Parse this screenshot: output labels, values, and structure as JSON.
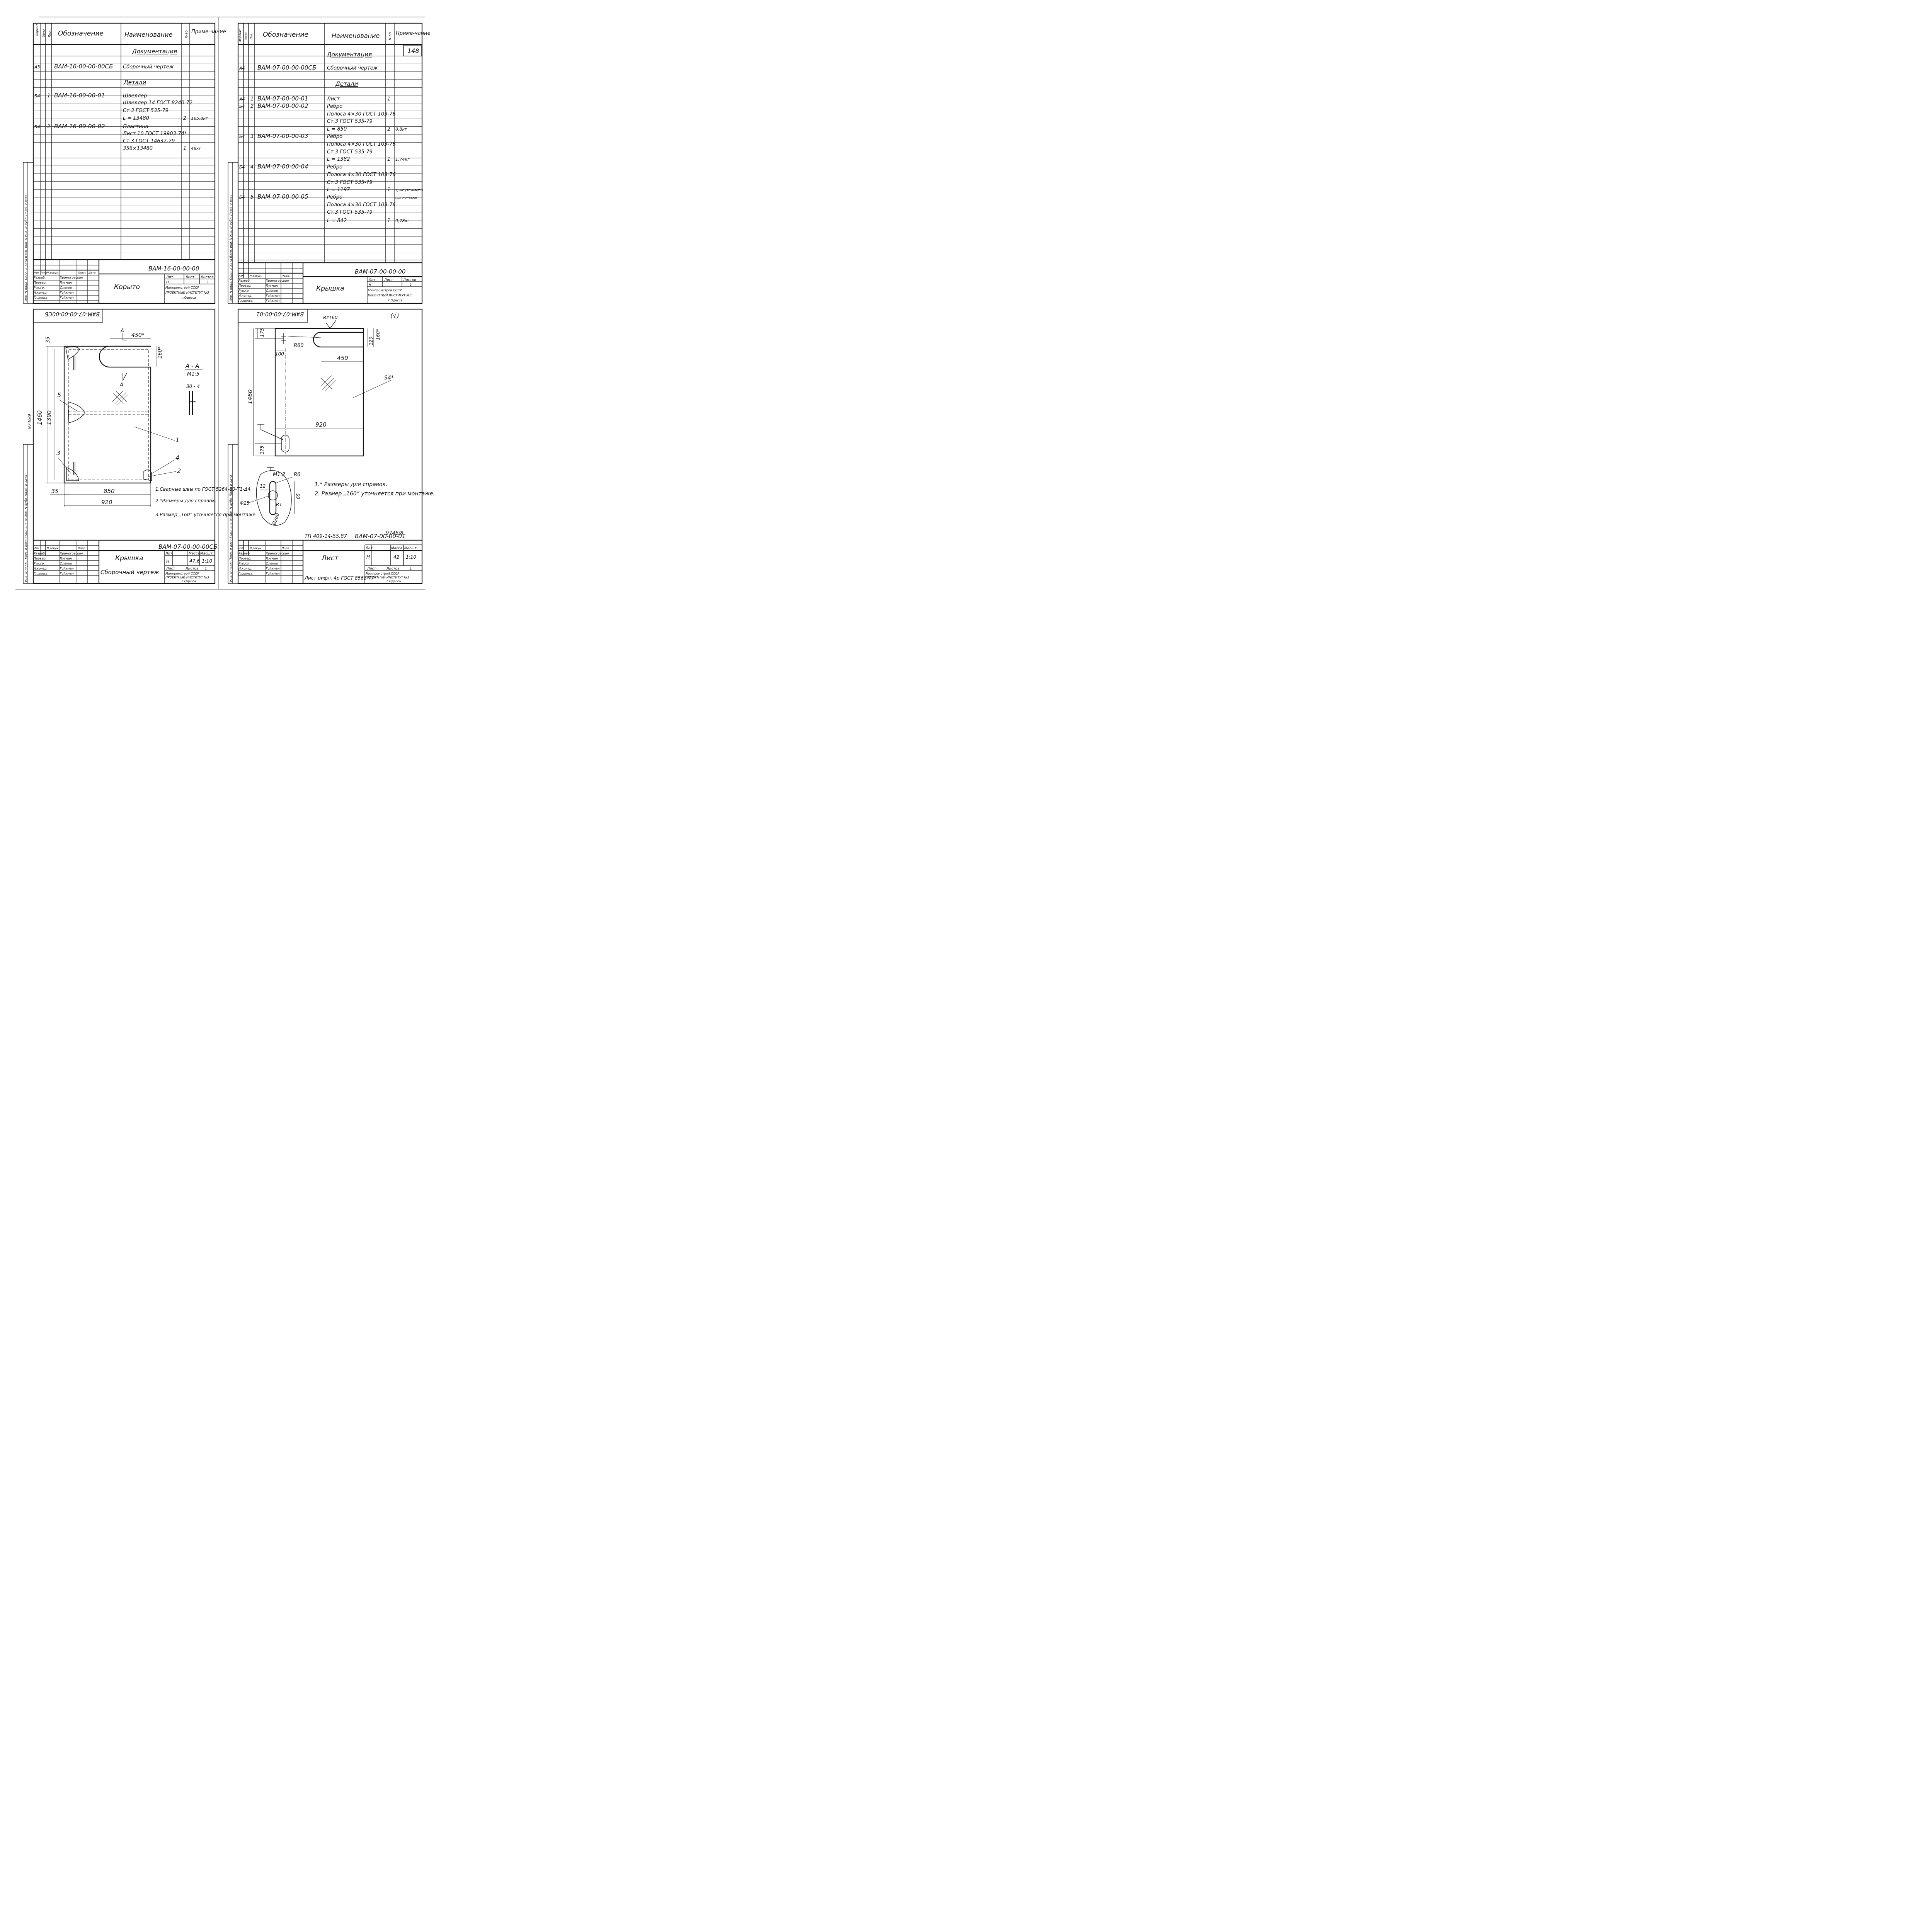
{
  "sheet_tl": {
    "col_headers": {
      "format": "Формат",
      "zone": "Зона",
      "pos": "Поз.",
      "designation": "Обозначение",
      "name": "Наименование",
      "qty": "К-во",
      "note": "Приме-чание"
    },
    "sections": {
      "docs": "Документация",
      "parts": "Детали"
    },
    "rows": [
      {
        "fmt": "А3",
        "pos": "",
        "des": "ВАМ-16-00-00-00СБ",
        "name": "Сборочный чертеж",
        "qty": "",
        "note": ""
      },
      {
        "fmt": "Б4",
        "pos": "1",
        "des": "ВАМ-16-00-00-01",
        "name": "Швеллер",
        "qty": "",
        "note": ""
      },
      {
        "fmt": "",
        "pos": "",
        "des": "",
        "name": "Швеллер 14 ГОСТ 8240-72",
        "qty": "",
        "note": ""
      },
      {
        "fmt": "",
        "pos": "",
        "des": "",
        "name": "Ст.3 ГОСТ 535-79",
        "qty": "",
        "note": ""
      },
      {
        "fmt": "",
        "pos": "",
        "des": "",
        "name": "L = 13480",
        "qty": "2",
        "note": "165,8кг"
      },
      {
        "fmt": "Б4",
        "pos": "2",
        "des": "ВАМ-16-00-00-02",
        "name": "Пластина",
        "qty": "",
        "note": ""
      },
      {
        "fmt": "",
        "pos": "",
        "des": "",
        "name": "Лист 10 ГОСТ 19903-74*",
        "qty": "",
        "note": ""
      },
      {
        "fmt": "",
        "pos": "",
        "des": "",
        "name": "Ст.3 ГОСТ 14637-79",
        "qty": "",
        "note": ""
      },
      {
        "fmt": "",
        "pos": "",
        "des": "",
        "name": "356×13480",
        "qty": "1",
        "note": "48кг"
      }
    ],
    "title_block": {
      "doc_number": "ВАМ-16-00-00-00",
      "title": "Корыто",
      "roles": [
        "Разраб.",
        "Провер.",
        "Рук.гр.",
        "Н.контр.",
        "Гл.конст."
      ],
      "people": [
        "Храмоговская",
        "Пугман",
        "Оленко",
        "Гойхман",
        "Гойхман"
      ],
      "col_heads": [
        "Изм",
        "Лист",
        "N докум.",
        "Подп.",
        "Дата"
      ],
      "lit_label": "Лит.",
      "sheet_label": "Лист",
      "sheets_label": "Листов",
      "lit": "Н",
      "sheets": "1",
      "org1": "Минпромстрой СССР",
      "org2": "ПРОЕКТНЫЙ ИНСТИТУТ №3",
      "org3": "г.Одесса"
    }
  },
  "sheet_tr": {
    "page_number": "148",
    "rows": [
      {
        "fmt": "А4",
        "pos": "",
        "des": "ВАМ-07-00-00-00СБ",
        "name": "Сборочный чертеж",
        "qty": "",
        "note": ""
      },
      {
        "fmt": "А4",
        "pos": "1",
        "des": "ВАМ-07-00-00-01",
        "name": "Лист",
        "qty": "1",
        "note": ""
      },
      {
        "fmt": "Б4",
        "pos": "2",
        "des": "ВАМ-07-00-00-02",
        "name": "Ребро",
        "qty": "",
        "note": ""
      },
      {
        "fmt": "",
        "pos": "",
        "des": "",
        "name": "Полоса 4×30 ГОСТ 103-76",
        "qty": "",
        "note": ""
      },
      {
        "fmt": "",
        "pos": "",
        "des": "",
        "name": "Ст.3 ГОСТ 535-79",
        "qty": "",
        "note": ""
      },
      {
        "fmt": "",
        "pos": "",
        "des": "",
        "name": "L = 850",
        "qty": "2",
        "note": "0,8кг"
      },
      {
        "fmt": "Б4",
        "pos": "3",
        "des": "ВАМ-07-00-00-03",
        "name": "Ребро",
        "qty": "",
        "note": ""
      },
      {
        "fmt": "",
        "pos": "",
        "des": "",
        "name": "Полоса 4×30 ГОСТ 103-76",
        "qty": "",
        "note": ""
      },
      {
        "fmt": "",
        "pos": "",
        "des": "",
        "name": "Ст.3 ГОСТ 535-79",
        "qty": "",
        "note": ""
      },
      {
        "fmt": "",
        "pos": "",
        "des": "",
        "name": "L = 1382",
        "qty": "1",
        "note": "1,74кг"
      },
      {
        "fmt": "Б4",
        "pos": "4",
        "des": "ВАМ-07-00-00-04",
        "name": "Ребро",
        "qty": "",
        "note": ""
      },
      {
        "fmt": "",
        "pos": "",
        "des": "",
        "name": "Полоса 4×30 ГОСТ 103-76",
        "qty": "",
        "note": ""
      },
      {
        "fmt": "",
        "pos": "",
        "des": "",
        "name": "Ст.3 ГОСТ 535-79",
        "qty": "",
        "note": ""
      },
      {
        "fmt": "",
        "pos": "",
        "des": "",
        "name": "L = 1197",
        "qty": "1",
        "note": "1,5кг уточняется"
      },
      {
        "fmt": "Б4",
        "pos": "5",
        "des": "ВАМ-07-00-00-05",
        "name": "Ребро",
        "qty": "",
        "note": "при монтаже"
      },
      {
        "fmt": "",
        "pos": "",
        "des": "",
        "name": "Полоса 4×30 ГОСТ 103-76",
        "qty": "",
        "note": ""
      },
      {
        "fmt": "",
        "pos": "",
        "des": "",
        "name": "Ст.3 ГОСТ 535-79",
        "qty": "",
        "note": ""
      },
      {
        "fmt": "",
        "pos": "",
        "des": "",
        "name": "L = 842",
        "qty": "1",
        "note": "0,78кг"
      }
    ],
    "title_block": {
      "doc_number": "ВАМ-07-00-00-00",
      "title": "Крышка",
      "lit": "Н",
      "sheets": "1"
    }
  },
  "sheet_bl": {
    "mirror_code": "ВАМ-07-00-00-00СБ",
    "dims": {
      "d35_top": "35",
      "d450": "450*",
      "d160": "160*",
      "d1460": "1460",
      "d1390": "1390",
      "d35_bot": "35",
      "d850": "850",
      "d920": "920"
    },
    "section_label": "А - А",
    "section_scale": "М1:5",
    "section_dim": "30 - 4",
    "cut_letter": "А",
    "callouts": [
      "1",
      "2",
      "3",
      "4",
      "5"
    ],
    "notes": [
      "1.Сварные швы по ГОСТ 5264-80-Т1-Δ4.",
      "2.*Размеры для справок.",
      "3.Размер „160“ уточняется при монтаже"
    ],
    "side_number": "9746/9",
    "title_block": {
      "doc_number": "ВАМ-07-00-00-00СБ",
      "title": "Крышка",
      "subtitle": "Сборочный чертеж",
      "mass_label": "Масса",
      "scale_label": "Масшт.",
      "lit": "Н",
      "mass": "47,6",
      "scale": "1:10",
      "sheet_label": "Лист",
      "sheets_label": "Листов",
      "sheets": "1"
    }
  },
  "sheet_br": {
    "mirror_code": "ВАМ-07-00-00-01",
    "roughness": "Rz160",
    "roughness_rest": "(√)",
    "dims": {
      "d175_top": "175",
      "r60": "R60",
      "d100": "100",
      "d120": "120",
      "d160": "160*",
      "d450": "450",
      "d1460": "1460",
      "d920": "920",
      "d175_bot": "175",
      "s4": "S4*"
    },
    "detail": {
      "scale": "М1:2",
      "r6": "R6",
      "d12": "12",
      "d65": "65",
      "dia25": "Ф25",
      "r1": "R1",
      "d260": "Ø260"
    },
    "notes": [
      "1.* Размеры для справок.",
      "2. Размер „160“ уточняется при монтаже."
    ],
    "sheet_ref": "9746/8",
    "tp_number": "ТП 409-14-55.87",
    "material": "Лист рифл. 4р ГОСТ 8568-77*",
    "title_block": {
      "doc_number": "ВАМ-07-00-00-01",
      "title": "Лист",
      "lit": "Н",
      "mass": "42",
      "scale": "1:10",
      "sheets": "1"
    }
  },
  "side_strip_label": "Инв. N подл.  Подп. и дата  Взам. инв. N  Инв. N дубл.  Подп. и дата"
}
